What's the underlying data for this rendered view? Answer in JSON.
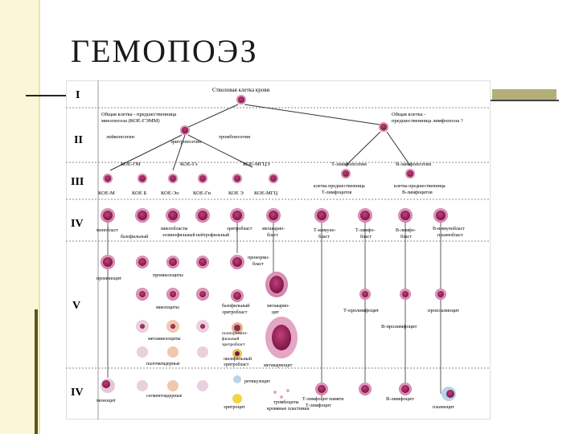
{
  "title": "ГЕМОПОЭЗ",
  "roman": {
    "r1": "I",
    "r2": "II",
    "r3": "III",
    "r4": "IV",
    "r5": "V",
    "r6": "IV"
  },
  "labels": {
    "stem": "Стволовая клетка крови",
    "myelo_line1": "Общая клетка - предшественница",
    "myelo_line2": "миелопоэза (КОЕ-ГЭММ)",
    "lympho_line1": "Общая клетка -",
    "lympho_line2": "предшественница лимфопоэза ?",
    "leukopoietin": "лейкопоэтин",
    "erythropoietin": "эритропоэтин",
    "thrombopoietin": "тромбопоэтин",
    "koe_gm": "КОЕ-ГМ",
    "koe_gneu": "КОЕ-Гэ",
    "koe_mgce": "КОЕ-МГЦЭ",
    "t_lymphopoietin": "Т-лимфопоэтин",
    "b_lymphopoietin": "В-лимфопоэтин",
    "koe_m": "КОЕ-М",
    "koe_b": "КОЕ Б",
    "koe_eo": "КОЕ-Эо",
    "koe_gn": "КОЕ-Гн",
    "koe_e": "КОЕ Э",
    "koe_mgc": "КОЕ-МГЦ",
    "t_prec1": "клетка предшественница",
    "t_prec2": "Т-лимфоцитов",
    "b_prec1": "клетка предшественница",
    "b_prec2": "В-лимфоцитов",
    "monoblast": "монобласт",
    "myeloblasts": "миелобласты",
    "basophilic": "базофильный",
    "eosinophilic": "эозинофильный",
    "neutrophilic": "нейтрофильный",
    "erythroblast": "эритробласт",
    "megakaryoblast_1": "мегакарио-",
    "megakaryoblast_2": "бласт",
    "t_immunoblast_1": "Т-иммуно-",
    "t_immunoblast_2": "бласт",
    "t_lymphoblast_1": "Т-лимфо-",
    "t_lymphoblast_2": "бласт",
    "b_lymphoblast_1": "В-лимфо-",
    "b_lymphoblast_2": "бласт",
    "b_immunoblast_1": "В-иммунобласт",
    "b_immunoblast_2": "плазмобласт",
    "promonocyte": "промоноцит",
    "promyelocytes": "промиелоциты",
    "pronormocyte_1": "пронормо-",
    "pronormocyte_2": "бласт",
    "myelocytes": "миелоциты",
    "basophilic_erythroblast_1": "базофильный",
    "basophilic_erythroblast_2": "эритробласт",
    "megakaryocyte_1": "мегакарио-",
    "megakaryocyte_2": "цит",
    "t_prolymphocyte": "Т-пролимфоцит",
    "proplasmocyte": "проплазмоцит",
    "b_prolymphocyte": "В-пролимфоцит",
    "metamyelocytes": "метамиелоциты",
    "polychromatophilic_1": "полихромато-",
    "polychromatophilic_2": "фильный",
    "polychromatophilic_3": "эритробласт",
    "band": "палочкоядерные",
    "oxyphilic_1": "оксифильный",
    "oxyphilic_2": "эритробласт",
    "megakaryocyte_mature": "мегакариоцит",
    "reticulocyte": "ретикулоцит",
    "monocyte": "моноцит",
    "segmented": "сегментоядерные",
    "erythrocyte": "эритроцит",
    "platelets_1": "тромбоциты",
    "platelets_2": "кровяные пластинки",
    "t_memory_1": "Т-лимфоцит памяти",
    "t_memory_2": "Т-лимфоцит",
    "b_lymphocyte": "В-лимфоцит",
    "plasmocyte": "плазмоцит"
  },
  "colors": {
    "cell_nucleus": "#a0245a",
    "cell_cytoplasm": "#e7a6c7",
    "erythro": "#d98aa8",
    "header_band": "#b4ae7a",
    "left_band": "#fbf7d6"
  }
}
